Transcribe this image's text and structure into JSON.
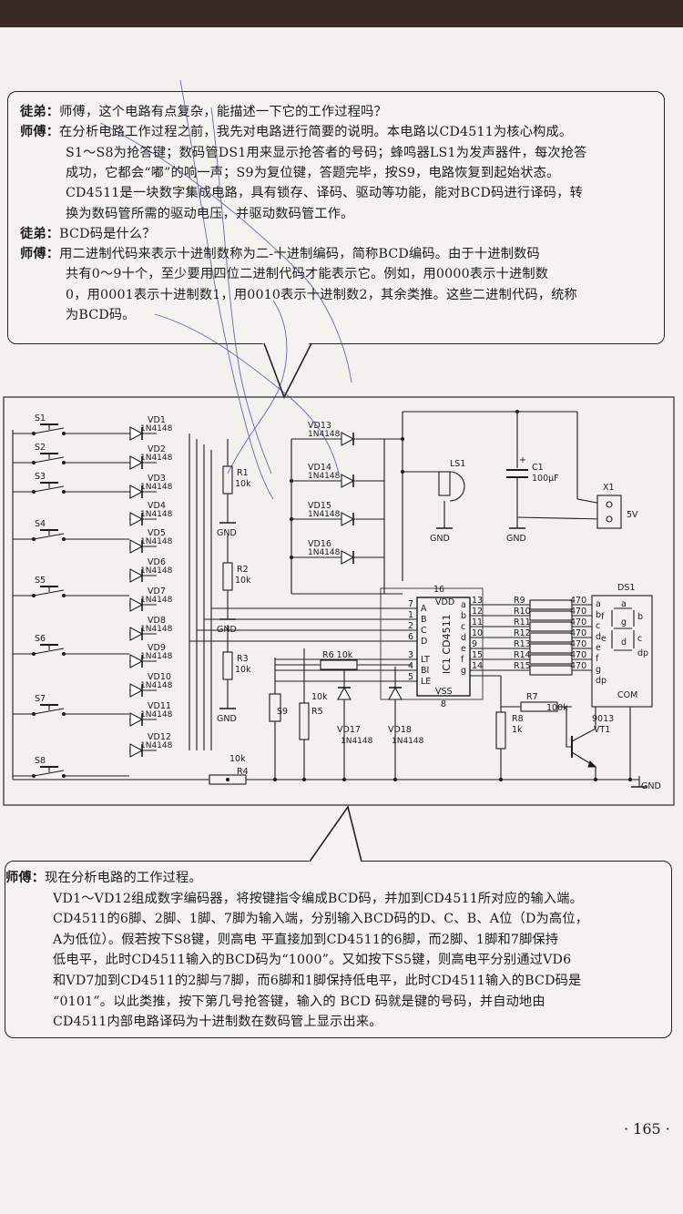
{
  "dialogue1": {
    "lines": [
      {
        "speaker": "徒弟：",
        "text": "师傅，这个电路有点复杂，能描述一下它的工作过程吗？"
      },
      {
        "speaker": "师傅：",
        "text": "在分析电路工作过程之前，我先对电路进行简要的说明。本电路以CD4511为核心构成。"
      },
      {
        "speaker": "",
        "text": "S1～S8为抢答键；数码管DS1用来显示抢答者的号码；蜂鸣器LS1为发声器件，每次抢答"
      },
      {
        "speaker": "",
        "text": "成功，它都会“嘟”的响一声；S9为复位键，答题完毕，按S9，电路恢复到起始状态。"
      },
      {
        "speaker": "",
        "text": "CD4511是一块数字集成电路，具有锁存、译码、驱动等功能，能对BCD码进行译码，转"
      },
      {
        "speaker": "",
        "text": "换为数码管所需的驱动电压，并驱动数码管工作。"
      },
      {
        "speaker": "徒弟：",
        "text": "BCD码是什么？"
      },
      {
        "speaker": "师傅：",
        "text": "用二进制代码来表示十进制数称为二-十进制编码，简称BCD编码。由于十进制数码"
      },
      {
        "speaker": "",
        "text": "共有0～9十个，至少要用四位二进制代码才能表示它。例如，用0000表示十进制数"
      },
      {
        "speaker": "",
        "text": "0，用0001表示十进制数1，用0010表示十进制数2，其余类推。这些二进制代码，统称"
      },
      {
        "speaker": "",
        "text": "为BCD码。"
      }
    ]
  },
  "dialogue2": {
    "lines": [
      {
        "speaker": "师傅：",
        "text": "现在分析电路的工作过程。"
      },
      {
        "speaker": "",
        "text": "VD1～VD12组成数字编码器，将按键指令编成BCD码，并加到CD4511所对应的输入端。"
      },
      {
        "speaker": "",
        "text": "CD4511的6脚、2脚、1脚、7脚为输入端，分别输入BCD码的D、C、B、A位（D为高位，"
      },
      {
        "speaker": "",
        "text": "A为低位）。假若按下S8键，则高电 平直接加到CD4511的6脚，而2脚、1脚和7脚保持"
      },
      {
        "speaker": "",
        "text": "低电平，此时CD4511输入的BCD码为“1000”。又如按下S5键，则高电平分别通过VD6"
      },
      {
        "speaker": "",
        "text": "和VD7加到CD4511的2脚与7脚，而6脚和1脚保持低电平，此时CD4511输入的BCD码是"
      },
      {
        "speaker": "",
        "text": "“0101”。以此类推，按下第几号抢答键，输入的 BCD 码就是键的号码，并自动地由"
      },
      {
        "speaker": "",
        "text": "CD4511内部电路译码为十进制数在数码管上显示出来。"
      }
    ]
  },
  "circuit": {
    "switches": [
      "S1",
      "S2",
      "S3",
      "S4",
      "S5",
      "S6",
      "S7",
      "S8"
    ],
    "diodes": [
      {
        "name": "VD1",
        "type": "1N4148"
      },
      {
        "name": "VD2",
        "type": "1N4148"
      },
      {
        "name": "VD3",
        "type": "1N4148"
      },
      {
        "name": "VD4",
        "type": "1N4148"
      },
      {
        "name": "VD5",
        "type": "1N4148"
      },
      {
        "name": "VD6",
        "type": "1N4148"
      },
      {
        "name": "VD7",
        "type": "1N4148"
      },
      {
        "name": "VD8",
        "type": "1N4148"
      },
      {
        "name": "VD9",
        "type": "1N4148"
      },
      {
        "name": "VD10",
        "type": "1N4148"
      },
      {
        "name": "VD11",
        "type": "1N4148"
      },
      {
        "name": "VD12",
        "type": "1N4148"
      }
    ],
    "or_diodes": [
      {
        "name": "VD13",
        "type": "1N4148"
      },
      {
        "name": "VD14",
        "type": "1N4148"
      },
      {
        "name": "VD15",
        "type": "1N4148"
      },
      {
        "name": "VD16",
        "type": "1N4148"
      }
    ],
    "resistors_left": [
      {
        "name": "R1",
        "value": "10k"
      },
      {
        "name": "R2",
        "value": "10k"
      },
      {
        "name": "R3",
        "value": "10k"
      }
    ],
    "r4": {
      "name": "R4",
      "value": "10k"
    },
    "r5": {
      "name": "R5",
      "value": "10k"
    },
    "r6": {
      "name": "R6",
      "value": "10k"
    },
    "r7": {
      "name": "R7",
      "value": "100k"
    },
    "r8": {
      "name": "R8",
      "value": "1k"
    },
    "seg_resistors": [
      {
        "name": "R9",
        "value": "470",
        "seg": "a"
      },
      {
        "name": "R10",
        "value": "470",
        "seg": "b"
      },
      {
        "name": "R11",
        "value": "470",
        "seg": "c"
      },
      {
        "name": "R12",
        "value": "470",
        "seg": "d"
      },
      {
        "name": "R13",
        "value": "470",
        "seg": "e"
      },
      {
        "name": "R14",
        "value": "470",
        "seg": "f"
      },
      {
        "name": "R15",
        "value": "470",
        "seg": "g"
      }
    ],
    "vd17": {
      "name": "VD17",
      "type": "1N4148"
    },
    "vd18": {
      "name": "VD18",
      "type": "1N4148"
    },
    "ls1": "LS1",
    "c1": {
      "name": "C1",
      "value": "100μF"
    },
    "x1": {
      "name": "X1",
      "voltage": "5V"
    },
    "gnd": "GND",
    "s9": "S9",
    "vt1": {
      "name": "VT1",
      "type": "9013"
    },
    "ic": {
      "name": "IC1 CD4511",
      "vdd": "VDD",
      "vss": "VSS",
      "pin16": "16",
      "pin8": "8",
      "in_pins": [
        {
          "num": "7",
          "sig": "A"
        },
        {
          "num": "1",
          "sig": "B"
        },
        {
          "num": "2",
          "sig": "C"
        },
        {
          "num": "6",
          "sig": "D"
        }
      ],
      "ctl_pins": [
        {
          "num": "3",
          "sig": "LT"
        },
        {
          "num": "4",
          "sig": "BI"
        },
        {
          "num": "5",
          "sig": "LE"
        }
      ],
      "out_pins": [
        {
          "num": "13",
          "sig": "a"
        },
        {
          "num": "12",
          "sig": "b"
        },
        {
          "num": "11",
          "sig": "c"
        },
        {
          "num": "10",
          "sig": "d"
        },
        {
          "num": "9",
          "sig": "e"
        },
        {
          "num": "15",
          "sig": "f"
        },
        {
          "num": "14",
          "sig": "g"
        }
      ]
    },
    "ds1": {
      "name": "DS1",
      "pins": [
        "a",
        "b",
        "c",
        "d",
        "e",
        "f",
        "g",
        "dp"
      ],
      "seg_labels": [
        "a",
        "b",
        "c",
        "d",
        "e",
        "f",
        "g",
        "dp"
      ],
      "com": "COM"
    }
  },
  "page_number": "· 165 ·"
}
